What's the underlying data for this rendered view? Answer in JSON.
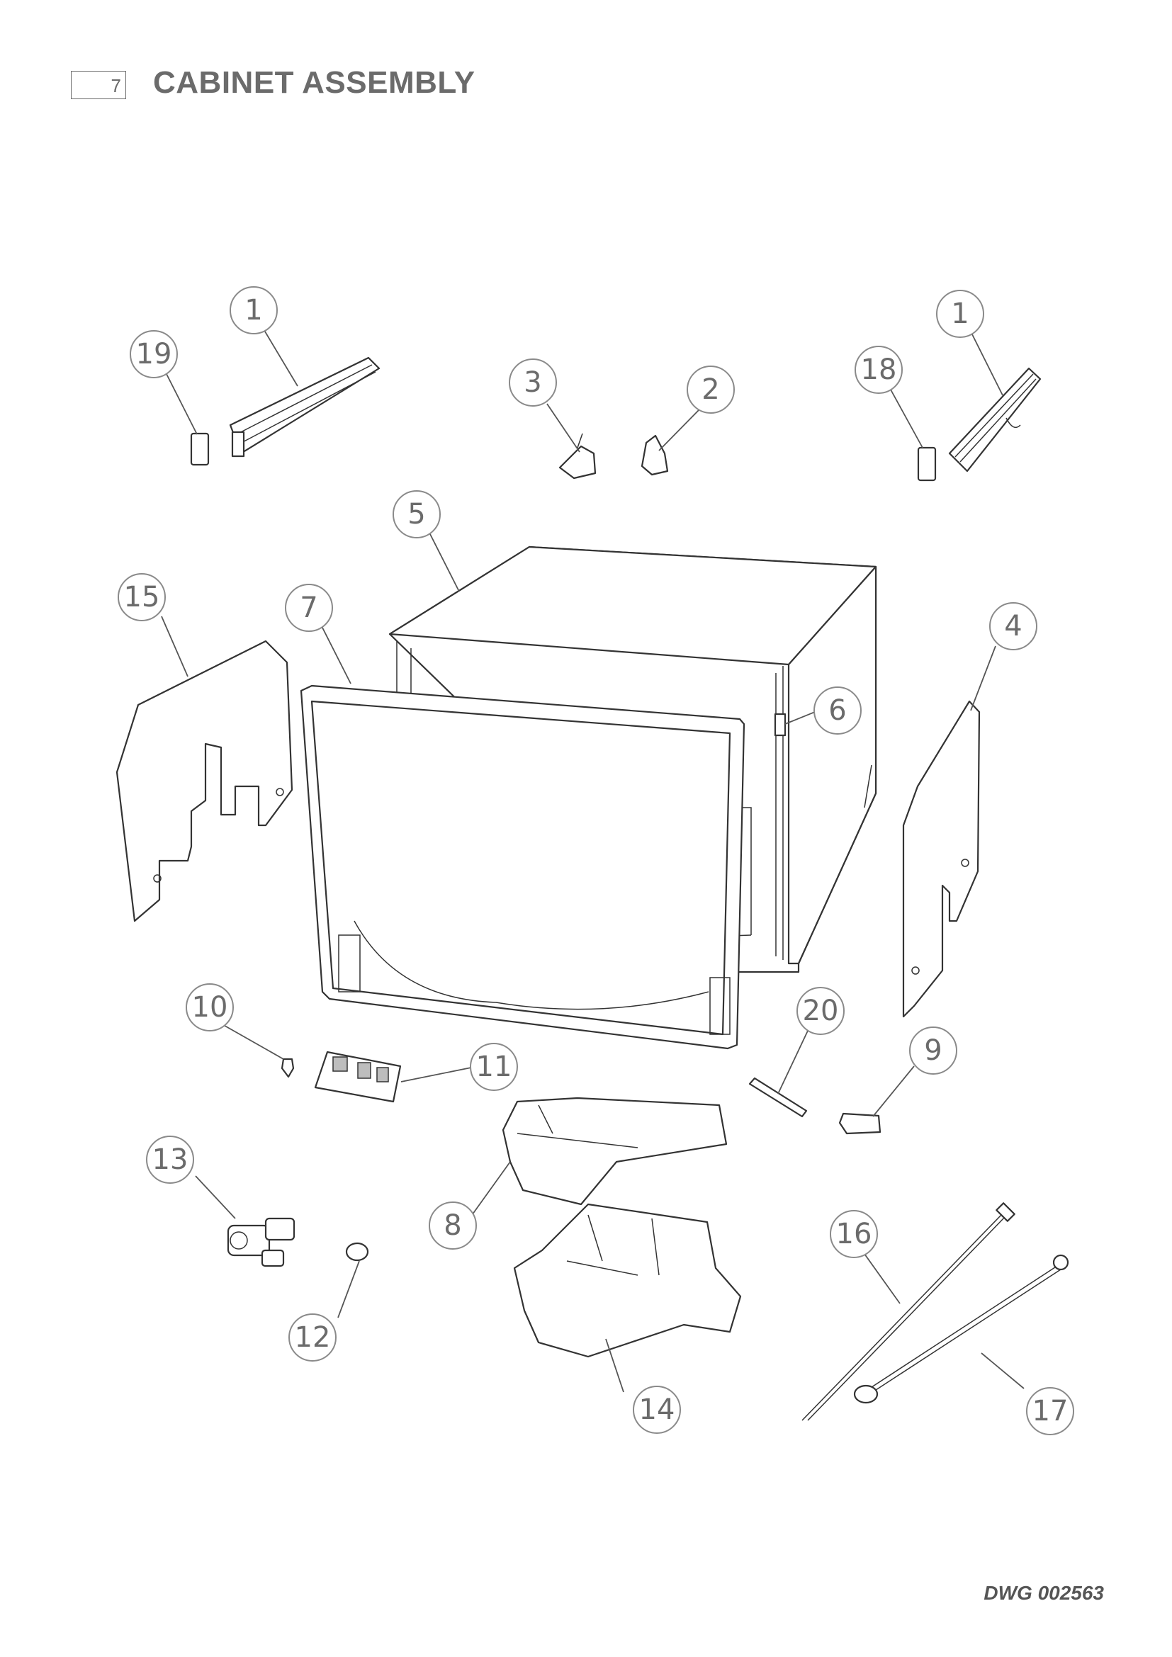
{
  "header": {
    "page_number": "7",
    "title": "CABINET ASSEMBLY"
  },
  "drawing_number": "DWG 002563",
  "callouts": [
    "1",
    "19",
    "3",
    "2",
    "1",
    "18",
    "5",
    "15",
    "7",
    "4",
    "6",
    "10",
    "11",
    "20",
    "9",
    "13",
    "8",
    "16",
    "12",
    "14",
    "17"
  ]
}
